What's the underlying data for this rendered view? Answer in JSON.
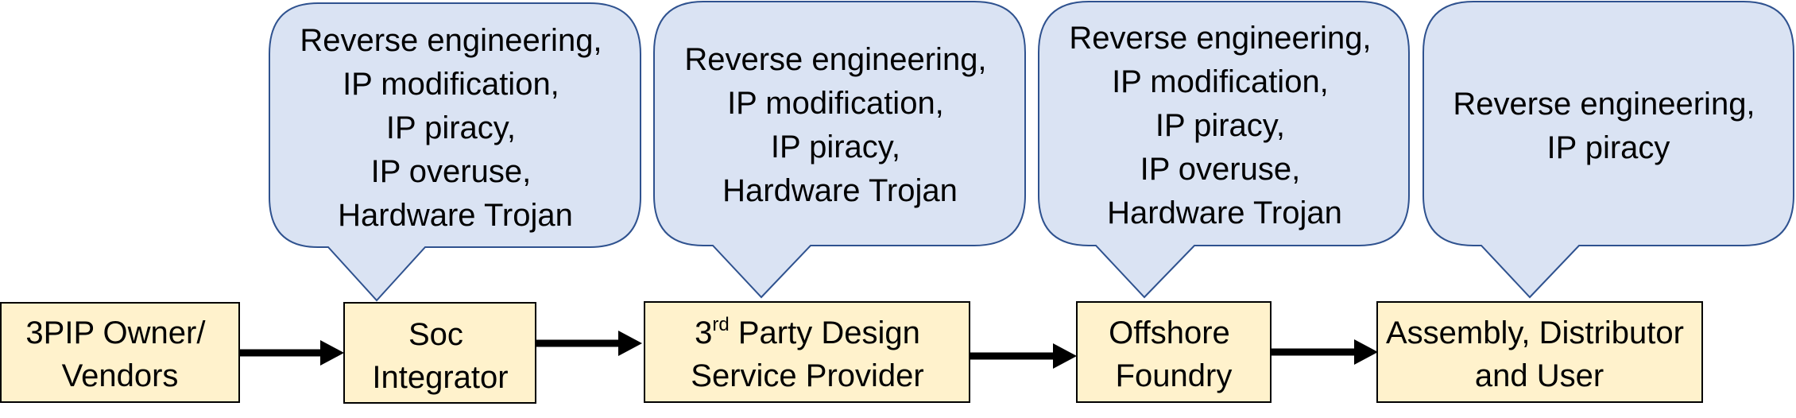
{
  "colors": {
    "callout_fill": "#dae3f3",
    "callout_stroke": "#2f528f",
    "stage_fill": "#fff2cc",
    "stage_stroke": "#000000",
    "arrow": "#000000"
  },
  "stages": [
    {
      "lines": [
        "3PIP Owner/",
        "Vendors"
      ]
    },
    {
      "lines": [
        "Soc",
        "Integrator"
      ]
    },
    {
      "line1_main": "3",
      "line1_sup": "rd",
      "line1_rest": " Party Design",
      "line2": "Service Provider"
    },
    {
      "lines": [
        "Offshore",
        "Foundry"
      ]
    },
    {
      "lines": [
        "Assembly, Distributor",
        "and User"
      ]
    }
  ],
  "callouts": [
    {
      "lines": [
        "Reverse engineering,",
        "IP modification,",
        "IP piracy,",
        "IP overuse,",
        "Hardware Trojan"
      ]
    },
    {
      "lines": [
        "Reverse engineering,",
        "IP modification,",
        "IP piracy,",
        "Hardware Trojan"
      ]
    },
    {
      "lines": [
        "Reverse engineering,",
        "IP modification,",
        "IP piracy,",
        "IP overuse,",
        "Hardware Trojan"
      ]
    },
    {
      "lines": [
        "Reverse engineering,",
        "IP piracy"
      ]
    }
  ]
}
